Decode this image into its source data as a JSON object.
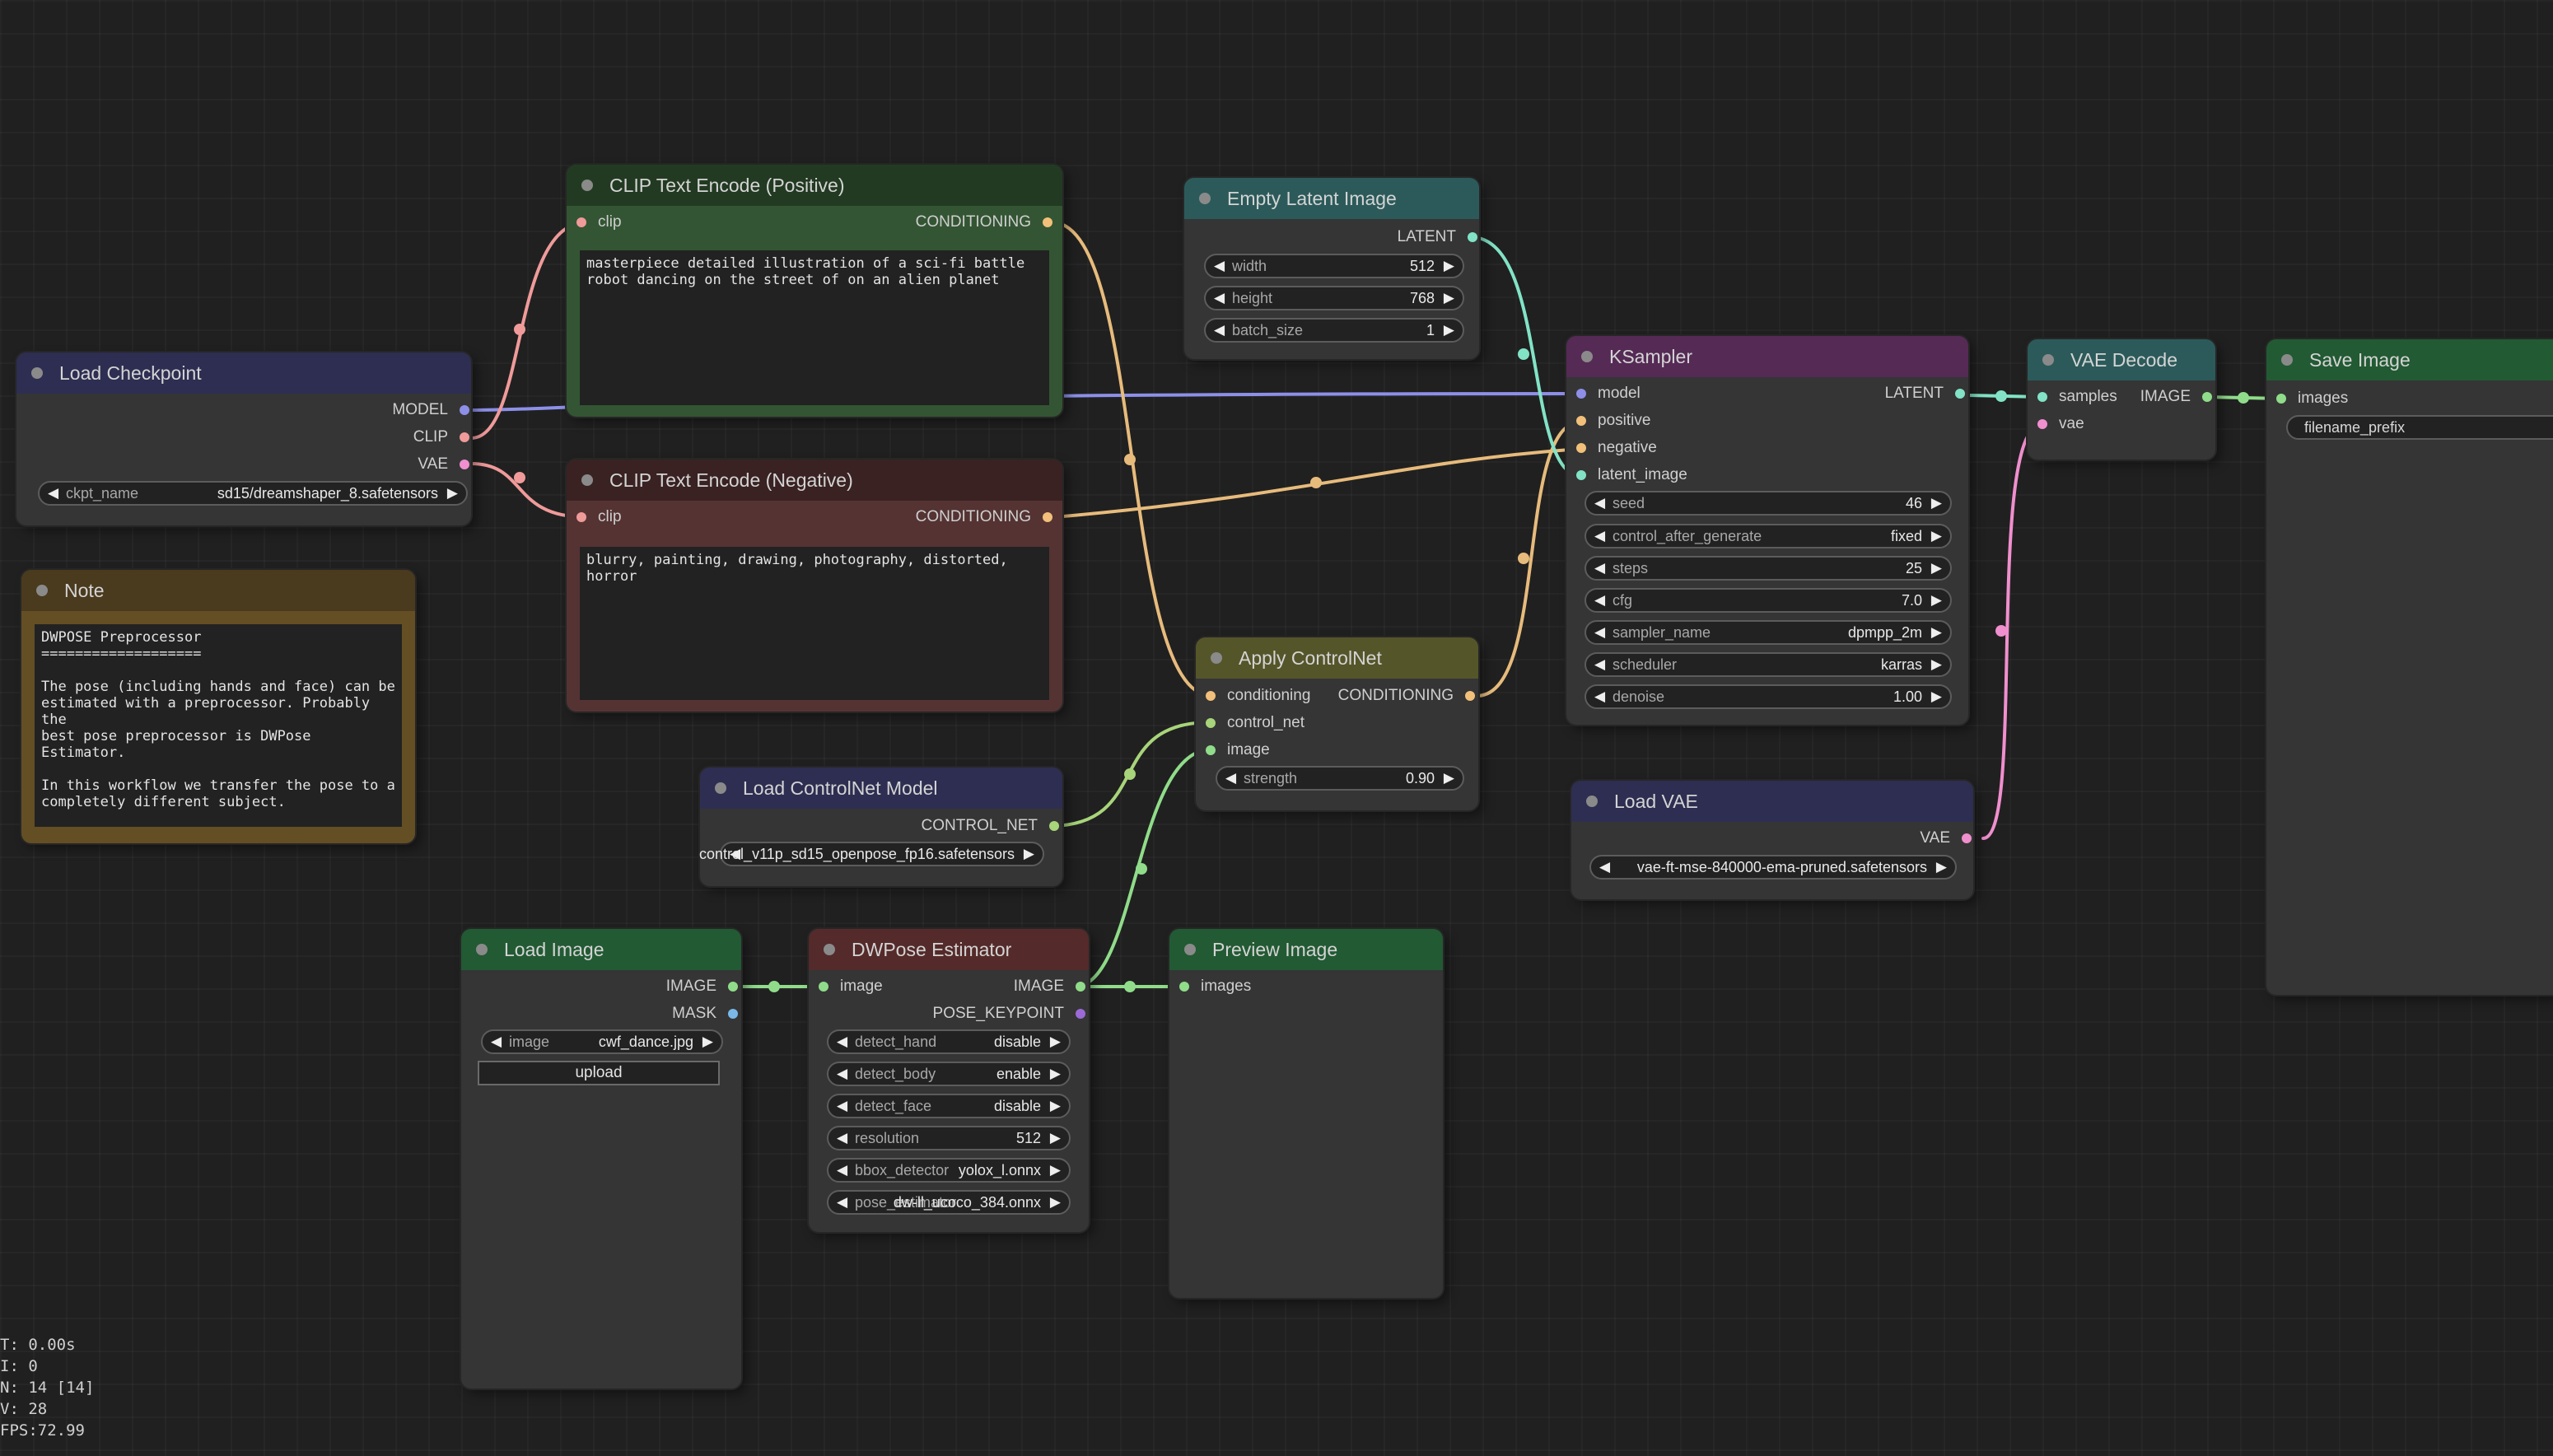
{
  "nodes": {
    "clip_pos": {
      "title": "CLIP Text Encode (Positive)",
      "input_clip": "clip",
      "output": "CONDITIONING",
      "text": "masterpiece detailed illustration of a sci-fi battle\nrobot dancing on the street of on an alien planet"
    },
    "clip_neg": {
      "title": "CLIP Text Encode (Negative)",
      "input_clip": "clip",
      "output": "CONDITIONING",
      "text": "blurry, painting, drawing, photography, distorted, horror"
    },
    "load_ckpt": {
      "title": "Load Checkpoint",
      "outputs": [
        "MODEL",
        "CLIP",
        "VAE"
      ],
      "ckpt_name_label": "ckpt_name",
      "ckpt_name_value": "sd15/dreamshaper_8.safetensors"
    },
    "note": {
      "title": "Note",
      "text": "DWPOSE Preprocessor\n===================\n\nThe pose (including hands and face) can be\nestimated with a preprocessor. Probably the\nbest pose preprocessor is DWPose Estimator.\n\nIn this workflow we transfer the pose to a\ncompletely different subject."
    },
    "empty_latent": {
      "title": "Empty Latent Image",
      "output": "LATENT",
      "widgets": [
        {
          "name": "width",
          "value": "512"
        },
        {
          "name": "height",
          "value": "768"
        },
        {
          "name": "batch_size",
          "value": "1"
        }
      ]
    },
    "ksampler": {
      "title": "KSampler",
      "inputs": [
        "model",
        "positive",
        "negative",
        "latent_image"
      ],
      "output": "LATENT",
      "widgets": [
        {
          "name": "seed",
          "value": "46"
        },
        {
          "name": "control_after_generate",
          "value": "fixed"
        },
        {
          "name": "steps",
          "value": "25"
        },
        {
          "name": "cfg",
          "value": "7.0"
        },
        {
          "name": "sampler_name",
          "value": "dpmpp_2m"
        },
        {
          "name": "scheduler",
          "value": "karras"
        },
        {
          "name": "denoise",
          "value": "1.00"
        }
      ]
    },
    "vae_decode": {
      "title": "VAE Decode",
      "inputs": [
        "samples",
        "vae"
      ],
      "output": "IMAGE"
    },
    "save_image": {
      "title": "Save Image",
      "input": "images",
      "filename_prefix": "filename_prefix"
    },
    "apply_cn": {
      "title": "Apply ControlNet",
      "inputs": [
        "conditioning",
        "control_net",
        "image"
      ],
      "output": "CONDITIONING",
      "strength_label": "strength",
      "strength_value": "0.90"
    },
    "load_cn": {
      "title": "Load ControlNet Model",
      "output": "CONTROL_NET",
      "widget_overlap_text": "control_v11p_sd15_openpose_fp16.safetensors"
    },
    "load_vae": {
      "title": "Load VAE",
      "output": "VAE",
      "widget_overlap_text": "vae-ft-mse-840000-ema-pruned.safetensors"
    },
    "load_image": {
      "title": "Load Image",
      "outputs": [
        "IMAGE",
        "MASK"
      ],
      "image_label": "image",
      "image_value": "cwf_dance.jpg",
      "upload_label": "upload"
    },
    "dwpose": {
      "title": "DWPose Estimator",
      "input": "image",
      "outputs": [
        "IMAGE",
        "POSE_KEYPOINT"
      ],
      "widgets": [
        {
          "name": "detect_hand",
          "value": "disable"
        },
        {
          "name": "detect_body",
          "value": "enable"
        },
        {
          "name": "detect_face",
          "value": "disable"
        },
        {
          "name": "resolution",
          "value": "512"
        },
        {
          "name": "bbox_detector",
          "value": "yolox_l.onnx"
        },
        {
          "name": "pose_estimator",
          "value": "dw-ll_ucoco_384.onnx"
        }
      ]
    },
    "preview": {
      "title": "Preview Image",
      "input": "images"
    }
  },
  "stats": [
    "T: 0.00s",
    "I: 0",
    "N: 14 [14]",
    "V: 28",
    "FPS:72.99"
  ],
  "colors": {
    "model": "#8d8fe8",
    "clip": "#f09a9a",
    "vae": "#f08fce",
    "conditioning": "#f2c07a",
    "latent": "#82e3c6",
    "image": "#90dc8a",
    "control_net": "#a8d47a",
    "pose_keypoint": "#9b6ad6",
    "mask": "#7ab8e8"
  }
}
